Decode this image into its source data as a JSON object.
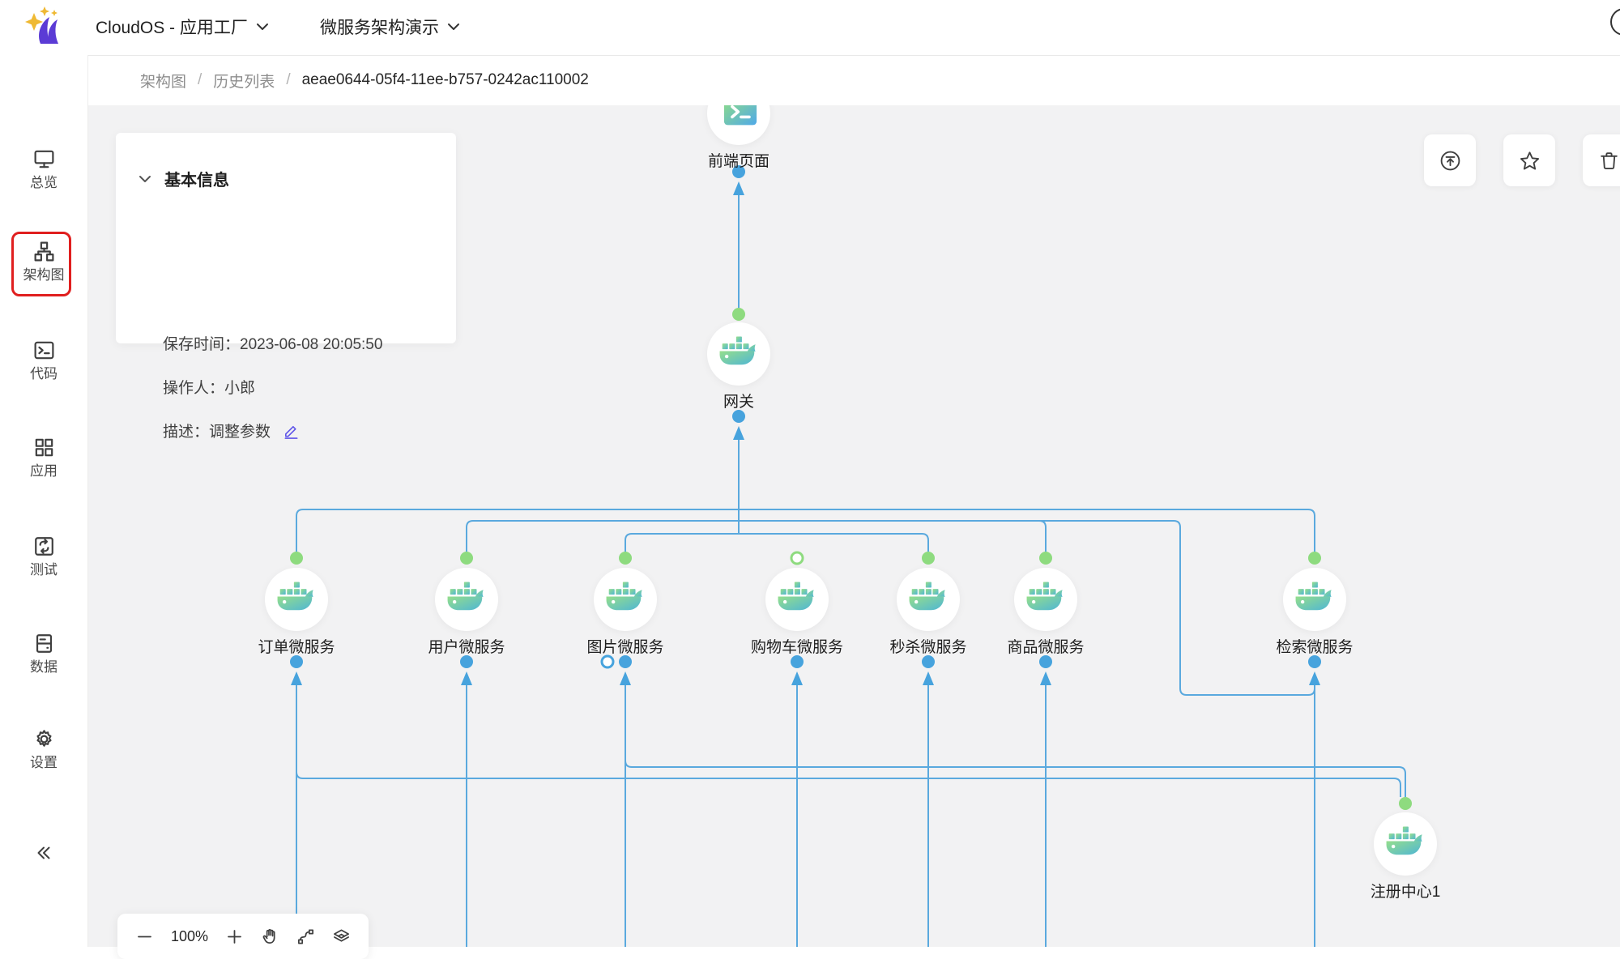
{
  "topbar": {
    "brand": "CloudOS - 应用工厂",
    "project": "微服务架构演示",
    "brand_dropdown_icon": "chevron-down",
    "project_dropdown_icon": "chevron-down",
    "logo_icon": "sparkle-swoosh-logo"
  },
  "breadcrumb": {
    "items": [
      "架构图",
      "历史列表",
      "aeae0644-05f4-11ee-b757-0242ac110002"
    ],
    "separator": "/"
  },
  "sidebar": {
    "items": [
      {
        "label": "总览",
        "icon": "monitor-icon",
        "active": false
      },
      {
        "label": "架构图",
        "icon": "sitemap-icon",
        "active": true,
        "highlight": "red-annotation-box"
      },
      {
        "label": "代码",
        "icon": "terminal-icon",
        "active": false
      },
      {
        "label": "应用",
        "icon": "app-grid-icon",
        "active": false
      },
      {
        "label": "测试",
        "icon": "test-loop-icon",
        "active": false
      },
      {
        "label": "数据",
        "icon": "database-icon",
        "active": false
      },
      {
        "label": "设置",
        "icon": "gear-icon",
        "active": false
      }
    ],
    "collapse_icon": "double-chevron-left"
  },
  "info_panel": {
    "title": "基本信息",
    "collapse_icon": "chevron-down",
    "fields": [
      {
        "label": "保存时间：",
        "value": "2023-06-08 20:05:50"
      },
      {
        "label": "操作人：",
        "value": "小郎"
      },
      {
        "label": "描述：",
        "value": "调整参数",
        "edit_icon": "pencil-icon"
      }
    ]
  },
  "actions": {
    "publish_icon": "circle-arrow-up",
    "favorite_icon": "star",
    "delete_icon": "trash"
  },
  "canvas": {
    "nodes": [
      {
        "label": "前端页面",
        "type": "web-page"
      },
      {
        "label": "网关",
        "type": "docker"
      },
      {
        "label": "订单微服务",
        "type": "docker"
      },
      {
        "label": "用户微服务",
        "type": "docker"
      },
      {
        "label": "图片微服务",
        "type": "docker"
      },
      {
        "label": "购物车微服务",
        "type": "docker"
      },
      {
        "label": "秒杀微服务",
        "type": "docker"
      },
      {
        "label": "商品微服务",
        "type": "docker"
      },
      {
        "label": "检索微服务",
        "type": "docker"
      },
      {
        "label": "注册中心1",
        "type": "docker"
      }
    ]
  },
  "toolbar": {
    "zoom_level": "100%",
    "buttons": [
      "zoom-out",
      "zoom-in",
      "pan-hand",
      "connector",
      "layers"
    ]
  },
  "colors": {
    "edge_blue": "#5AA9DE",
    "port_green": "#8EDB7F",
    "port_blue": "#47A3DD",
    "highlight_red": "#E01F1F",
    "edit_purple": "#5F55E8",
    "logo_purple": "#5B3BD5",
    "logo_gold": "#EFB933",
    "canvas_gray": "#F2F2F3"
  }
}
